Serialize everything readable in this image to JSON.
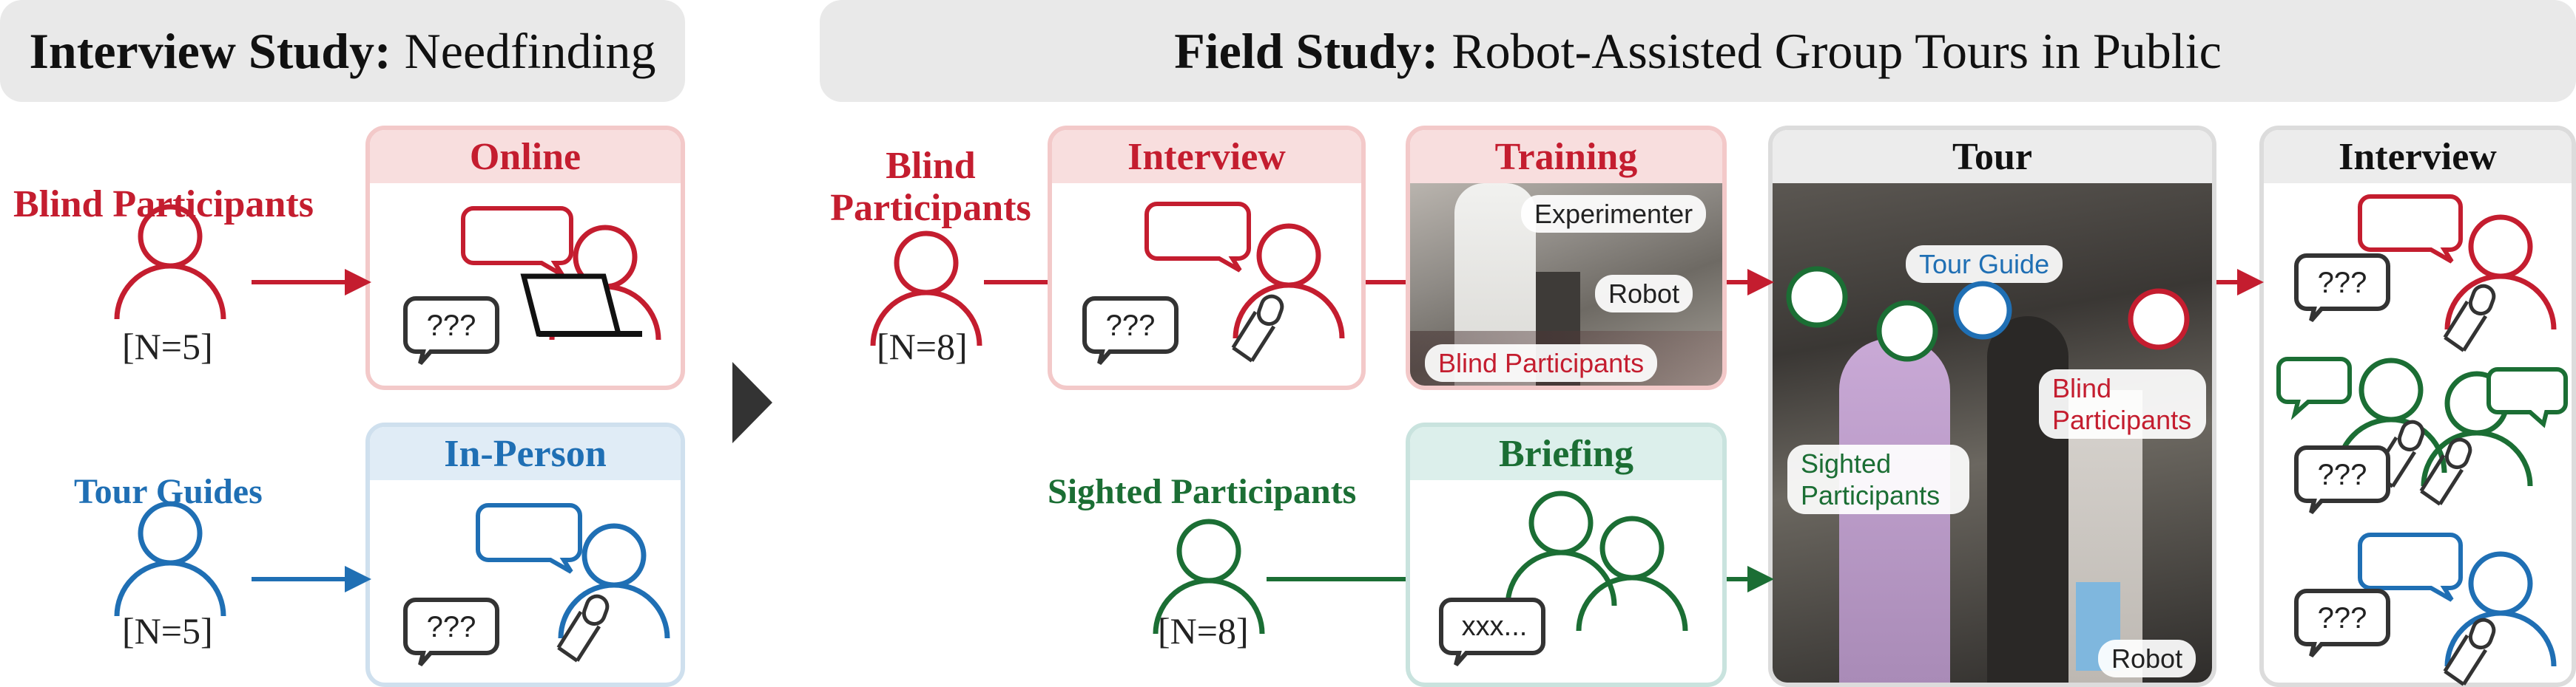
{
  "interview_study": {
    "title_bold": "Interview Study:",
    "title_rest": "Needfinding"
  },
  "field_study": {
    "title_bold": "Field Study:",
    "title_rest": "Robot-Assisted Group Tours in Public"
  },
  "left": {
    "blind_label": "Blind Participants",
    "blind_count": "[N=5]",
    "guides_label": "Tour Guides",
    "guides_count": "[N=5]",
    "online_header": "Online",
    "inperson_header": "In-Person",
    "bubble_text": "???"
  },
  "right": {
    "blind_label": "Blind Participants",
    "blind_count": "[N=8]",
    "sighted_label": "Sighted Participants",
    "sighted_count": "[N=8]",
    "interview_header": "Interview",
    "training_header": "Training",
    "briefing_header": "Briefing",
    "tour_header": "Tour",
    "interview2_header": "Interview",
    "bubble_text": "???",
    "briefing_bubble": "xxx..."
  },
  "training_tags": {
    "experimenter": "Experimenter",
    "robot": "Robot",
    "blind": "Blind Participants"
  },
  "tour_tags": {
    "tour_guide": "Tour Guide",
    "blind_line1": "Blind",
    "blind_line2": "Participants",
    "sighted_line1": "Sighted",
    "sighted_line2": "Participants",
    "robot": "Robot"
  },
  "colors": {
    "blind": "#c41d2f",
    "guide": "#1f6fb4",
    "sighted": "#1b6e34",
    "dark": "#333333"
  },
  "icons": [
    "person-icon",
    "speech-bubble-icon",
    "laptop-icon",
    "microphone-icon",
    "arrow-right-icon",
    "play-triangle-icon"
  ]
}
